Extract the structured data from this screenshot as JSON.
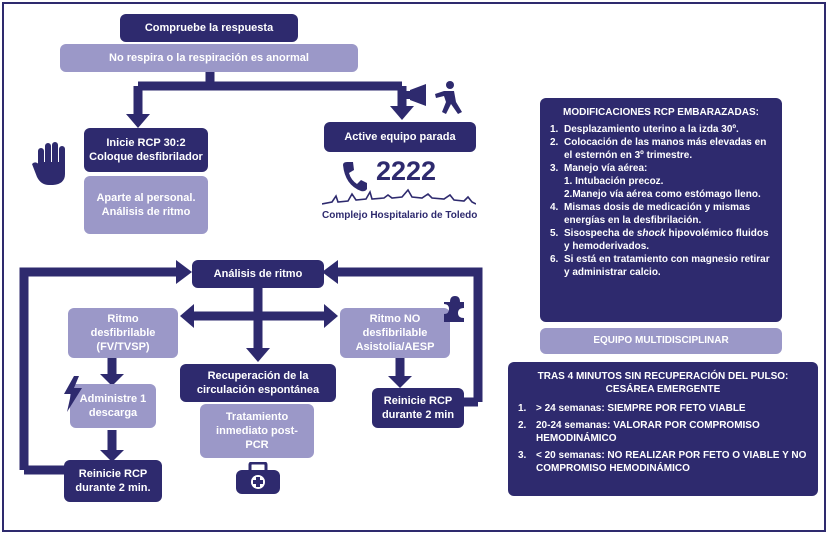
{
  "top": {
    "check": "Compruebe la respuesta",
    "no_breathing": "No respira o la respiración es anormal"
  },
  "left": {
    "start_rcp_line1": "Inicie RCP 30:2",
    "start_rcp_line2": "Coloque desfibrilador",
    "step_aside_line1": "Aparte al personal.",
    "step_aside_line2": "Análisis de ritmo"
  },
  "right_call": {
    "activate": "Active equipo parada",
    "phone": "2222",
    "hospital": "Complejo Hospitalario de Toledo"
  },
  "flow": {
    "rhythm_analysis": "Análisis de ritmo",
    "shockable_line1": "Ritmo",
    "shockable_line2": "desfibrilable",
    "shockable_line3": "(FV/TVSP)",
    "non_shockable_line1": "Ritmo NO",
    "non_shockable_line2": "desfibrilable",
    "non_shockable_line3": "Asistolia/AESP",
    "shock_line1": "Administre 1",
    "shock_line2": "descarga",
    "restart_left_line1": "Reinicie RCP",
    "restart_left_line2": "durante 2 min.",
    "restart_right_line1": "Reinicie RCP",
    "restart_right_line2": "durante 2 min",
    "rosc_line1": "Recuperación de la",
    "rosc_line2": "circulación espontánea",
    "post_line1": "Tratamiento",
    "post_line2": "inmediato post-",
    "post_line3": "PCR"
  },
  "pregnancy": {
    "title": "MODIFICACIONES RCP EMBARAZADAS:",
    "items": [
      {
        "n": "1.",
        "text": "Desplazamiento uterino a la izda 30º."
      },
      {
        "n": "2.",
        "text": "Colocación de las manos más elevadas en el esternón en 3º trimestre."
      },
      {
        "n": "3.",
        "text": "Manejo vía aérea:"
      },
      {
        "n": "4.",
        "text": "Mismas dosis de medicación y mismas energías en la desfibrilación."
      },
      {
        "n": "5.",
        "text_before": "Sisospecha de ",
        "text_em": "shock",
        "text_after": " hipovolémico fluidos y hemoderivados."
      },
      {
        "n": "6.",
        "text": "Si está en tratamiento con magnesio retirar y administrar calcio."
      }
    ],
    "sub_items": [
      "1.  Intubación precoz.",
      "2.Manejo vía aérea como estómago lleno."
    ]
  },
  "team": {
    "label": "EQUIPO MULTIDISCIPLINAR"
  },
  "cesarean": {
    "title_line1": "TRAS 4 MINUTOS SIN RECUPERACIÓN DEL PULSO:",
    "title_line2": "CESÁREA EMERGENTE",
    "items": [
      {
        "n": "1.",
        "text": "> 24 semanas: SIEMPRE POR FETO VIABLE"
      },
      {
        "n": "2.",
        "text": "20-24 semanas: VALORAR POR COMPROMISO HEMODINÁMICO"
      },
      {
        "n": "3.",
        "text": "< 20 semanas: NO REALIZAR POR FETO O VIABLE Y NO COMPROMISO HEMODINÁMICO"
      }
    ]
  },
  "colors": {
    "dark": "#2e2a6e",
    "light": "#9b98c8",
    "background": "#ffffff"
  },
  "icons": [
    "hand-stop-icon",
    "megaphone-person-icon",
    "phone-icon",
    "skyline-icon",
    "puzzle-icon",
    "lightning-icon",
    "medical-bag-icon"
  ]
}
